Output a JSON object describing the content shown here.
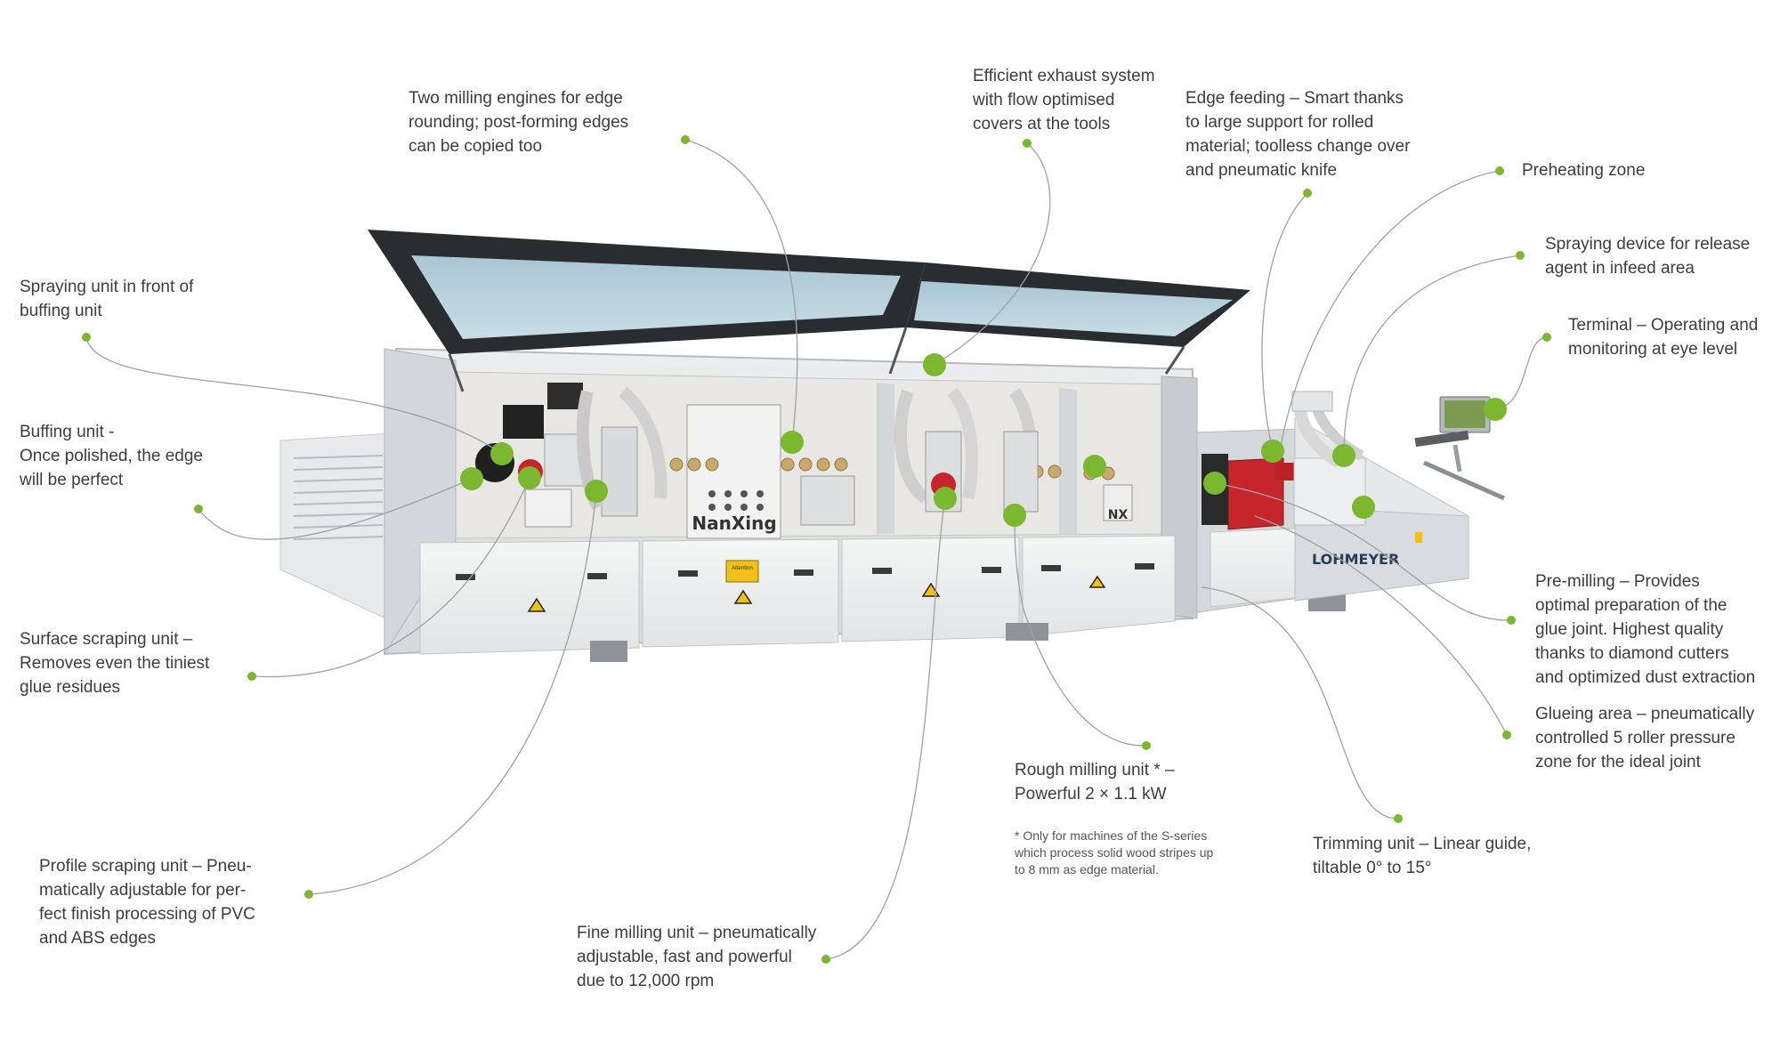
{
  "accent_color": "#7cb82f",
  "machine": {
    "brand_left": "NanXing",
    "brand_right": "LOHMEYER",
    "badge": "NX",
    "warning_label": "Attention"
  },
  "callouts": [
    {
      "id": "two-milling-engines",
      "text": "Two milling engines for edge\nrounding; post-forming edges\ncan be copied too"
    },
    {
      "id": "exhaust-system",
      "text": "Efficient exhaust system\nwith flow optimised\ncovers at the tools"
    },
    {
      "id": "edge-feeding",
      "text": "Edge feeding – Smart thanks\nto large support for rolled\nmaterial; toolless change over\nand pneumatic knife"
    },
    {
      "id": "preheating-zone",
      "text": "Preheating zone"
    },
    {
      "id": "spraying-device",
      "text": "Spraying device for release\nagent in infeed area"
    },
    {
      "id": "terminal",
      "text": "Terminal – Operating and\nmonitoring at eye level"
    },
    {
      "id": "spraying-unit",
      "text": "Spraying unit in front of\nbuffing unit"
    },
    {
      "id": "buffing-unit",
      "text": "Buffing unit -\nOnce polished, the edge\nwill be perfect"
    },
    {
      "id": "surface-scraping",
      "text": "Surface scraping unit –\nRemoves even the tiniest\nglue residues"
    },
    {
      "id": "pre-milling",
      "text": "Pre-milling – Provides\noptimal preparation of the\nglue joint. Highest quality\nthanks to diamond cutters\nand optimized dust extraction"
    },
    {
      "id": "glueing-area",
      "text": "Glueing area – pneumatically\ncontrolled 5 roller pressure\nzone for the ideal joint"
    },
    {
      "id": "rough-milling",
      "text": "Rough milling unit * –\nPowerful 2 × 1.1 kW"
    },
    {
      "id": "trimming-unit",
      "text": "Trimming unit – Linear guide,\ntiltable 0° to 15°"
    },
    {
      "id": "profile-scraping",
      "text": "Profile scraping unit – Pneu-\nmatically adjustable for per-\nfect finish processing of PVC\nand ABS edges"
    },
    {
      "id": "fine-milling",
      "text": "Fine milling unit – pneumatically\nadjustable, fast and powerful\ndue to 12,000 rpm"
    }
  ],
  "footnote": "*  Only for machines of the S-series\n    which process solid wood stripes up\n    to 8 mm as edge material."
}
